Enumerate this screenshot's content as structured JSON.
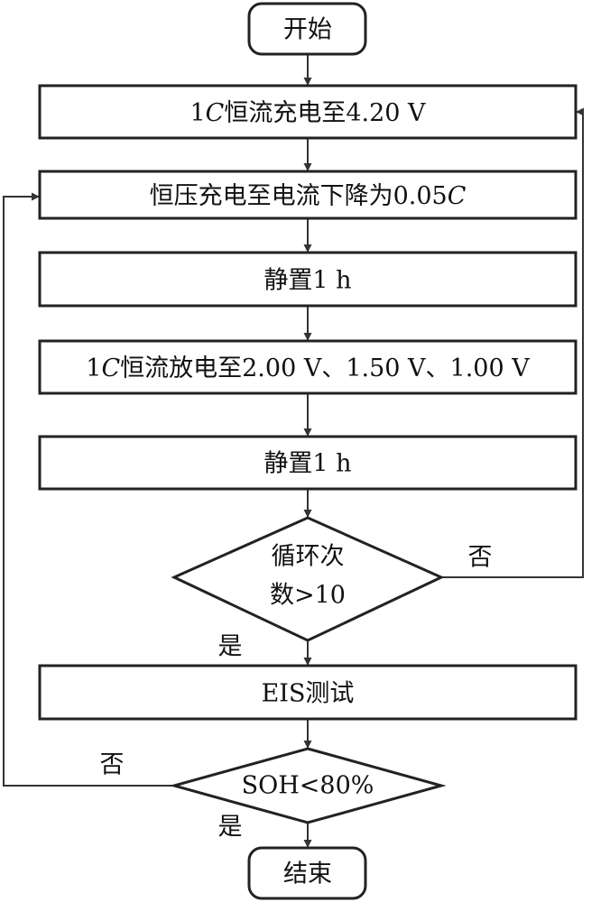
{
  "nodes": {
    "start": "开始",
    "charge_cc": {
      "pre": "1",
      "it": "C",
      "post": "恒流充电至4.20 V"
    },
    "charge_cv": {
      "pre": "恒压充电至电流下降为0.05",
      "it": "C"
    },
    "rest_1": "静置1 h",
    "discharge": {
      "pre": "1",
      "it": "C",
      "post": "恒流放电至2.00 V、1.50 V、1.00 V"
    },
    "rest_2": "静置1 h",
    "cycle_check": {
      "line1": "循环次",
      "line2": "数>10"
    },
    "eis": "EIS测试",
    "soh_check": "SOH<80%",
    "end": "结束"
  },
  "branches": {
    "cycle_no": "否",
    "cycle_yes": "是",
    "soh_no": "否",
    "soh_yes": "是"
  }
}
